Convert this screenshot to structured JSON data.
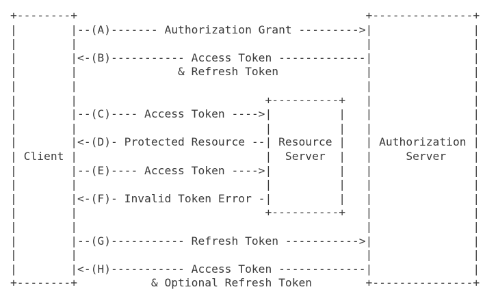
{
  "diagram": {
    "type": "ascii-flow",
    "entities": [
      {
        "name": "Client"
      },
      {
        "name": "Resource Server"
      },
      {
        "name": "Authorization Server"
      }
    ],
    "steps": [
      {
        "id": "A",
        "from": "Client",
        "to": "Authorization Server",
        "label": "Authorization Grant"
      },
      {
        "id": "B",
        "from": "Authorization Server",
        "to": "Client",
        "label": "Access Token & Refresh Token"
      },
      {
        "id": "C",
        "from": "Client",
        "to": "Resource Server",
        "label": "Access Token"
      },
      {
        "id": "D",
        "from": "Resource Server",
        "to": "Client",
        "label": "Protected Resource"
      },
      {
        "id": "E",
        "from": "Client",
        "to": "Resource Server",
        "label": "Access Token"
      },
      {
        "id": "F",
        "from": "Resource Server",
        "to": "Client",
        "label": "Invalid Token Error"
      },
      {
        "id": "G",
        "from": "Client",
        "to": "Authorization Server",
        "label": "Refresh Token"
      },
      {
        "id": "H",
        "from": "Authorization Server",
        "to": "Client",
        "label": "Access Token & Optional Refresh Token"
      }
    ],
    "colors": {
      "text": "#3b3b3b",
      "background": "#ffffff"
    },
    "ascii_lines": [
      "+--------+                                           +---------------+",
      "|        |--(A)------- Authorization Grant --------->|               |",
      "|        |                                           |               |",
      "|        |<-(B)----------- Access Token -------------|               |",
      "|        |               & Refresh Token             |               |",
      "|        |                                           |               |",
      "|        |                            +----------+   |               |",
      "|        |--(C)---- Access Token ---->|          |   |               |",
      "|        |                            |          |   |               |",
      "|        |<-(D)- Protected Resource --| Resource |   | Authorization |",
      "| Client |                            |  Server  |   |     Server    |",
      "|        |--(E)---- Access Token ---->|          |   |               |",
      "|        |                            |          |   |               |",
      "|        |<-(F)- Invalid Token Error -|          |   |               |",
      "|        |                            +----------+   |               |",
      "|        |                                           |               |",
      "|        |--(G)----------- Refresh Token ----------->|               |",
      "|        |                                           |               |",
      "|        |<-(H)----------- Access Token -------------|               |",
      "+--------+           & Optional Refresh Token        +---------------+"
    ]
  }
}
